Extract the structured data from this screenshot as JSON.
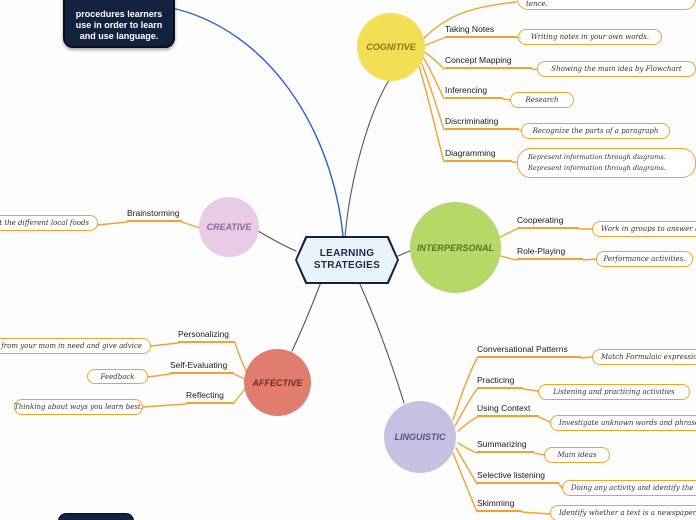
{
  "colors": {
    "accent": "#f0a330",
    "navy": "#13233f",
    "blue": "#2e5bd7",
    "line": "#555555",
    "cognitive": "#f3df56",
    "creative": "#e7cbe7",
    "interpersonal": "#b5d869",
    "affective": "#e17d6e",
    "linguistic": "#c7c1e1",
    "center_fill": "#e9f3fa"
  },
  "center": {
    "title": "LEARNING\nSTRATEGIES"
  },
  "top_note": "procedures learners\nuse in order to learn\nand use language.",
  "branches": {
    "cognitive": {
      "label": "COGNITIVE",
      "partial_detail": "tence.",
      "items": [
        {
          "label": "Taking Notes",
          "detail": "Writing notes in your own words."
        },
        {
          "label": "Concept Mapping",
          "detail": "Showing the main idea by Flowchart"
        },
        {
          "label": "Inferencing",
          "detail": "Research"
        },
        {
          "label": "Discriminating",
          "detail": "Recognize the parts of a paragraph"
        },
        {
          "label": "Diagramming",
          "detail": "Represent information through diagrams. Represent information through diagrams."
        }
      ]
    },
    "creative": {
      "label": "CREATIVE",
      "items": [
        {
          "label": "Brainstorming",
          "detail": "t the different local foods"
        }
      ]
    },
    "interpersonal": {
      "label": "INTERPERSONAL",
      "items": [
        {
          "label": "Cooperating",
          "detail": "Work in groups to answer que"
        },
        {
          "label": "Role-Playing",
          "detail": "Performance activities."
        }
      ]
    },
    "affective": {
      "label": "AFFECTIVE",
      "items": [
        {
          "label": "Personalizing",
          "detail": "letter from your mom in need and give advice"
        },
        {
          "label": "Self-Evaluating",
          "detail": "Feedback"
        },
        {
          "label": "Reflecting",
          "detail": "Thinking about ways you learn best."
        }
      ]
    },
    "linguistic": {
      "label": "LINGUISTIC",
      "items": [
        {
          "label": "Conversational Patterns",
          "detail": "Match Formulaic expressions to"
        },
        {
          "label": "Practicing",
          "detail": "Listening and practicing activities"
        },
        {
          "label": "Using Context",
          "detail": "Investigate unknown words and phrases in"
        },
        {
          "label": "Summarizing",
          "detail": "Main ideas"
        },
        {
          "label": "Selective listening",
          "detail": "Doing any activity and identify the m"
        },
        {
          "label": "Skimming",
          "detail": "Identify whether a text is a newspaper, an an"
        }
      ]
    }
  }
}
